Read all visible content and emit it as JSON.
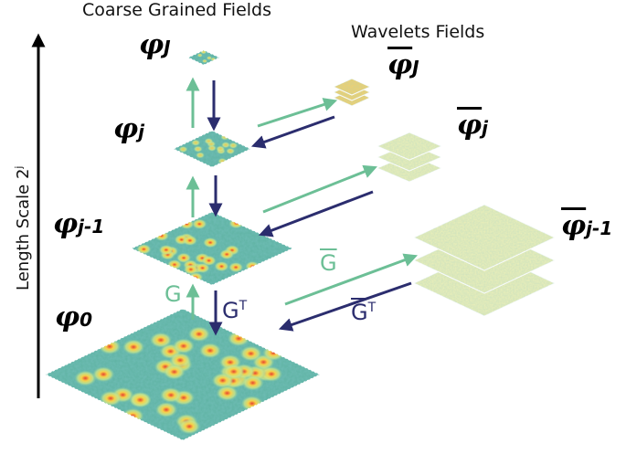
{
  "titles": {
    "coarse": "Coarse Grained Fields",
    "wavelets": "Wavelets Fields"
  },
  "axis": {
    "label": "Length Scale 2",
    "exponent": "j"
  },
  "fields": {
    "phi_J": {
      "symbol": "φ",
      "sub": "J"
    },
    "phi_j": {
      "symbol": "φ",
      "sub": "j"
    },
    "phi_j1": {
      "symbol": "φ",
      "sub": "j-1"
    },
    "phi_0": {
      "symbol": "φ",
      "sub": "0"
    },
    "wbar_J": {
      "symbol": "φ",
      "sub": "J"
    },
    "wbar_j": {
      "symbol": "φ",
      "sub": "j"
    },
    "wbar_j1": {
      "symbol": "φ",
      "sub": "j-1"
    }
  },
  "operators": {
    "G": "G",
    "GT_base": "G",
    "GT_sup": "T",
    "Gbar": "G",
    "GbarT_base": "G",
    "GbarT_sup": "T"
  },
  "colors": {
    "up_arrow": "#6cbf96",
    "down_arrow": "#2b2d6e",
    "field_base": "#5fb3a3",
    "wavelet_base": "#eef0b8"
  }
}
